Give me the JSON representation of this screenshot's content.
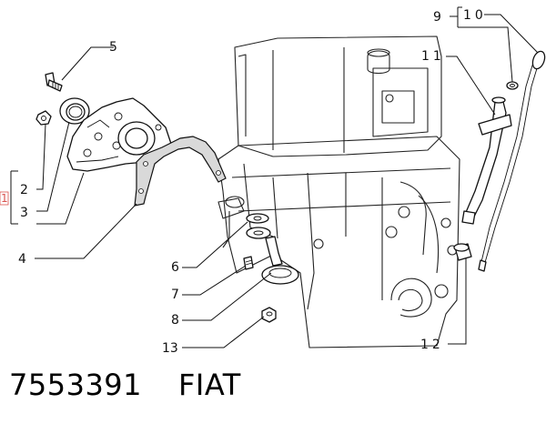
{
  "callouts": {
    "c1": "1",
    "c2": "2",
    "c3": "3",
    "c4": "4",
    "c5": "5",
    "c6": "6",
    "c7": "7",
    "c8": "8",
    "c9": "9",
    "c10": "10",
    "c11": "11",
    "c12": "12",
    "c13": "13"
  },
  "footer": {
    "part_number": "7553391",
    "brand": "FIAT"
  },
  "colors": {
    "ink": "#111111",
    "highlight": "#d9534f",
    "gasket_fill": "#d9d9d9"
  }
}
